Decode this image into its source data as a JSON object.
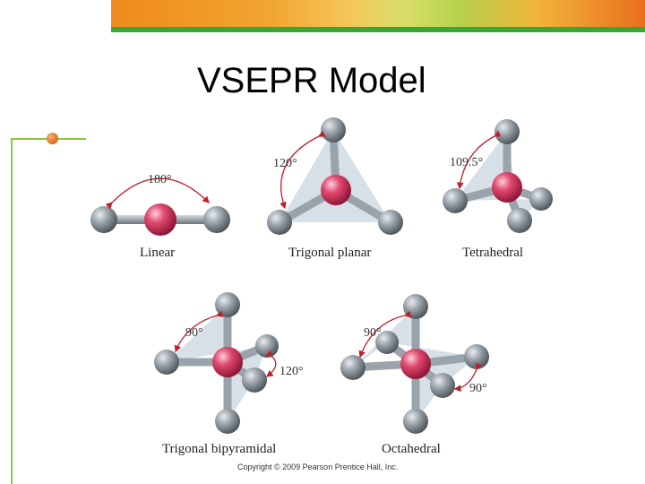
{
  "slide": {
    "title": "VSEPR Model"
  },
  "geometries": {
    "linear": {
      "label": "Linear",
      "angle": "180°"
    },
    "trigonal_planar": {
      "label": "Trigonal planar",
      "angle": "120°"
    },
    "tetrahedral": {
      "label": "Tetrahedral",
      "angle": "109.5°"
    },
    "trigonal_bipyramidal": {
      "label": "Trigonal bipyramidal",
      "angle_axial": "90°",
      "angle_equatorial": "120°"
    },
    "octahedral": {
      "label": "Octahedral",
      "angle_a": "90°",
      "angle_b": "90°"
    }
  },
  "copyright": "Copyright © 2009 Pearson Prentice Hall, Inc.",
  "colors": {
    "central_atom": "#d93a5f",
    "outer_atom": "#8a949c",
    "accent_green": "#3aa636",
    "accent_orange": "#e8741f",
    "arrow_red": "#c0202a"
  }
}
